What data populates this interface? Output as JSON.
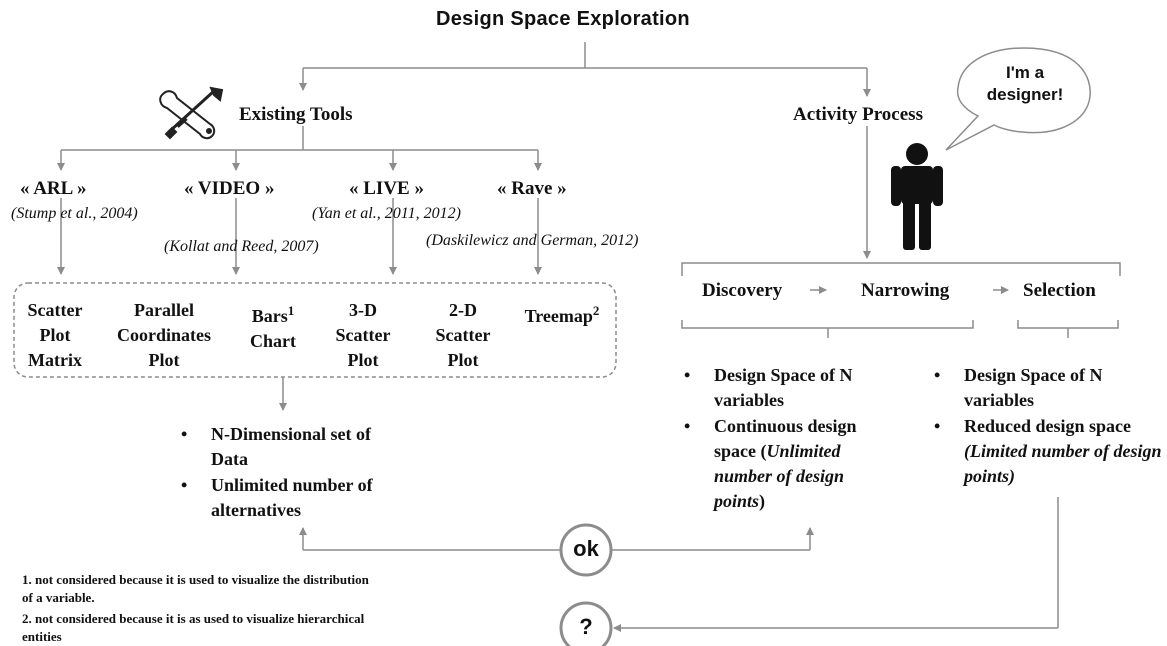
{
  "title": "Design Space Exploration",
  "branches": {
    "left": "Existing Tools",
    "right": "Activity Process"
  },
  "tools": [
    {
      "name": "« ARL »",
      "citation": "(Stump et al., 2004)"
    },
    {
      "name": "« VIDEO »",
      "citation": "(Kollat and Reed, 2007)"
    },
    {
      "name": "« LIVE »",
      "citation": "(Yan et al., 2011, 2012)"
    },
    {
      "name": "« Rave »",
      "citation": "(Daskilewicz and German, 2012)"
    }
  ],
  "visualizations": [
    {
      "lines": [
        "Scatter",
        "Plot",
        "Matrix"
      ]
    },
    {
      "lines": [
        "Parallel",
        "Coordinates",
        "Plot"
      ]
    },
    {
      "lines": [
        "Bars",
        "Chart"
      ],
      "footnote": "1"
    },
    {
      "lines": [
        "3-D",
        "Scatter",
        "Plot"
      ]
    },
    {
      "lines": [
        "2-D",
        "Scatter",
        "Plot"
      ]
    },
    {
      "lines": [
        "Treemap"
      ],
      "footnote": "2"
    }
  ],
  "tools_properties": [
    "N-Dimensional set of Data",
    "Unlimited number of alternatives"
  ],
  "speech_bubble": [
    "I'm a",
    "designer!"
  ],
  "phases": [
    "Discovery",
    "Narrowing",
    "Selection"
  ],
  "phase_arrow_glyph": "→",
  "discovery_narrowing_props": [
    {
      "plain": "Design Space of N variables",
      "italic": ""
    },
    {
      "plain": "Continuous design space (",
      "italic": "Unlimited number of design points",
      "tail": ")"
    }
  ],
  "selection_props": [
    {
      "plain": "Design Space of N variables",
      "italic": ""
    },
    {
      "plain": "Reduced design space ",
      "italic": "(Limited number of design points)",
      "tail": ""
    }
  ],
  "bullet_glyph": "•",
  "ok_label": "ok",
  "question_label": "?",
  "footnotes": [
    "1. not considered because it is used to visualize the distribution  of a variable.",
    "2. not considered because it is as used to visualize hierarchical  entities"
  ],
  "colors": {
    "line": "#8c8c8c",
    "circle": "#8c8c8c",
    "text": "#111111"
  },
  "icons": [
    "tools-icon",
    "person-icon",
    "speech-bubble-icon"
  ]
}
